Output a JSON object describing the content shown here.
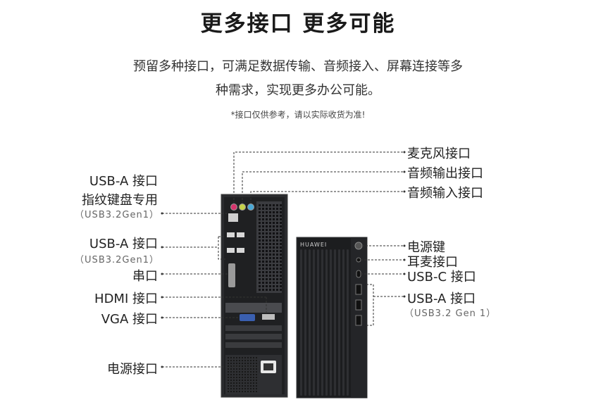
{
  "heading": "更多接口 更多可能",
  "description": {
    "line1": "预留多种接口，可满足数据传输、音频接入、屏幕连接等多",
    "line2": "种需求，实现更多办公可能。"
  },
  "note": "*接口仅供参考，请以实际收货为准!",
  "brand": "HUAWEI",
  "left_labels": {
    "usb_a_fingerprint": "USB-A 接口",
    "fingerprint_keyboard": "指纹键盘专用",
    "usb_a_fingerprint_spec": "（USB3.2Gen1）",
    "usb_a_rear": "USB-A 接口",
    "usb_a_rear_spec": "（USB3.2Gen1）",
    "serial": "串口",
    "hdmi": "HDMI 接口",
    "vga": "VGA 接口",
    "power_port": "电源接口"
  },
  "right_labels": {
    "mic": "麦克风接口",
    "audio_out": "音频输出接口",
    "audio_in": "音频输入接口",
    "power_key": "电源键",
    "headset": "耳麦接口",
    "usb_c": "USB-C 接口",
    "usb_a_front": "USB-A 接口",
    "usb_a_front_spec": "（USB3.2 Gen 1）"
  },
  "colors": {
    "chassis": "#232426",
    "chassis_edge": "#3a3b3e",
    "port_mic": "#d6336c",
    "port_out": "#c6d24a",
    "port_in": "#4aa8d6",
    "vga_blue": "#3a5fb0"
  }
}
